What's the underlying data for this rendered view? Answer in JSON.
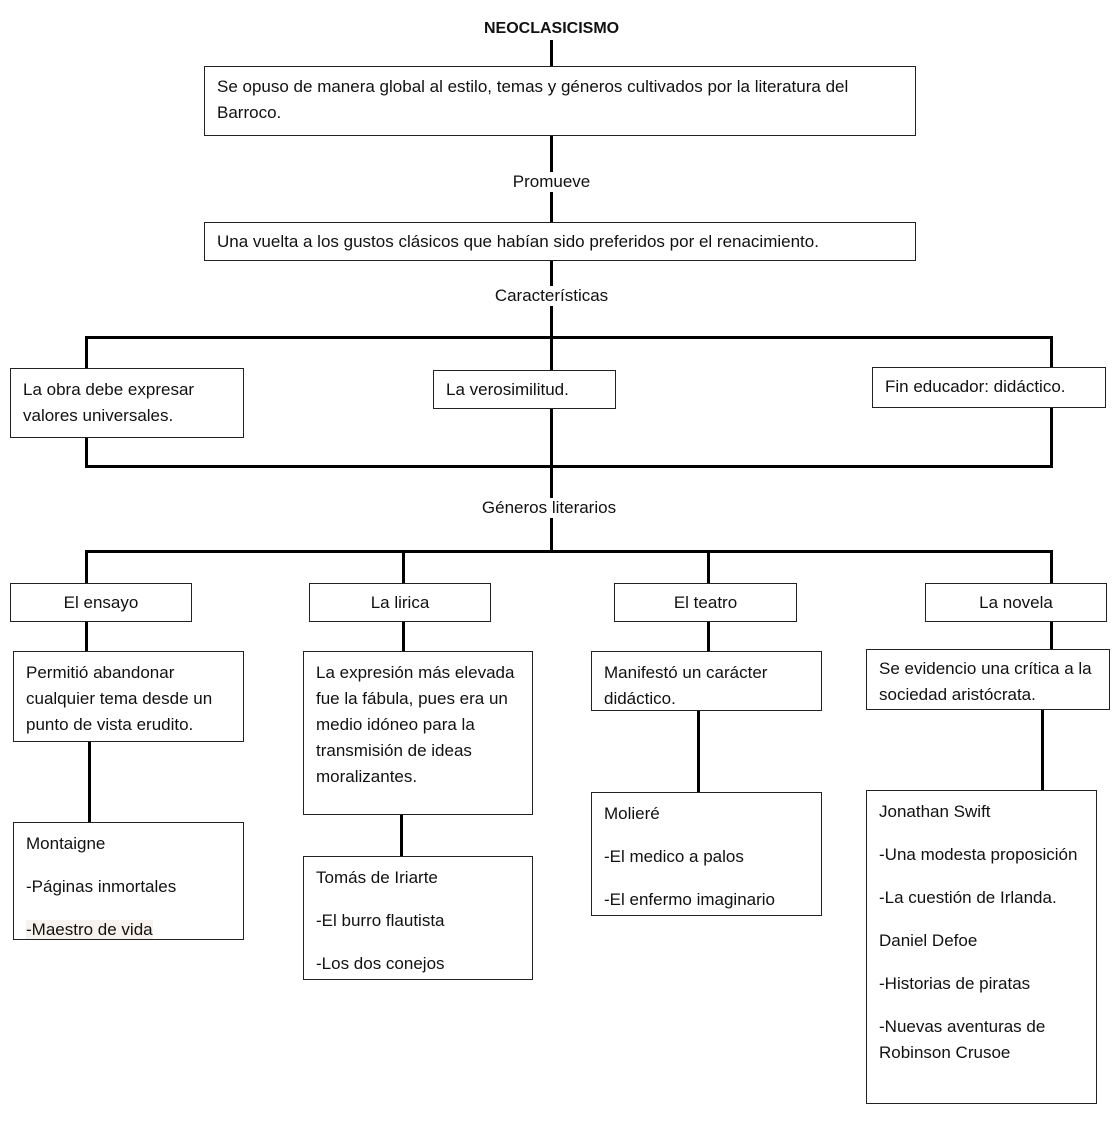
{
  "title": "NEOCLASICISMO",
  "intro": "Se opuso de manera global al estilo, temas y géneros cultivados por la literatura del Barroco.",
  "promueve_label": "Promueve",
  "promueve_text": "Una vuelta a los gustos clásicos que habían sido preferidos por el renacimiento.",
  "caracteristicas_label": "Características",
  "caracteristicas": [
    "La obra debe expresar valores universales.",
    "La verosimilitud.",
    "Fin educador: didáctico."
  ],
  "generos_label": "Géneros literarios",
  "generos": [
    {
      "name": "El ensayo",
      "description": "Permitió abandonar cualquier tema desde un punto de vista erudito.",
      "works": [
        "Montaigne",
        "-Páginas inmortales",
        "-Maestro de vida"
      ]
    },
    {
      "name": "La lirica",
      "description": "La expresión más elevada fue la fábula, pues era un medio idóneo para la transmisión de ideas moralizantes.",
      "works": [
        "Tomás de Iriarte",
        "-El burro flautista",
        "-Los dos conejos"
      ]
    },
    {
      "name": "El teatro",
      "description": "Manifestó un carácter didáctico.",
      "works": [
        "Molieré",
        "-El medico a palos",
        "-El enfermo imaginario"
      ]
    },
    {
      "name": "La novela",
      "description": "Se evidencio una crítica a la sociedad aristócrata.",
      "works": [
        "Jonathan Swift",
        "-Una modesta proposición",
        "-La cuestión de Irlanda.",
        "Daniel Defoe",
        "-Historias de piratas",
        "-Nuevas aventuras de Robinson Crusoe"
      ]
    }
  ]
}
